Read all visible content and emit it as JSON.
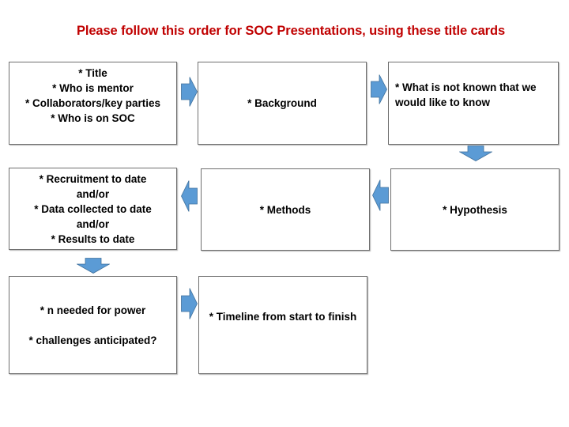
{
  "header": {
    "title": "Please follow this order for SOC Presentations, using these title cards",
    "title_color": "#c00000"
  },
  "colors": {
    "arrow_fill": "#5b9bd5",
    "arrow_stroke": "#41719c",
    "card_border": "#6f6f6f"
  },
  "cards": [
    {
      "step": 1,
      "lines": [
        "* Title",
        "* Who is mentor",
        "* Collaborators/key parties",
        "* Who is on SOC"
      ]
    },
    {
      "step": 2,
      "lines": [
        "* Background"
      ]
    },
    {
      "step": 3,
      "lines": [
        "* What is not known that we",
        "would like to know"
      ]
    },
    {
      "step": 4,
      "lines": [
        "* Hypothesis"
      ]
    },
    {
      "step": 5,
      "lines": [
        "* Methods"
      ]
    },
    {
      "step": 6,
      "lines": [
        "* Recruitment to date",
        "and/or",
        "* Data collected to date",
        "and/or",
        "* Results to date"
      ]
    },
    {
      "step": 7,
      "lines": [
        "* n needed for power",
        "* challenges anticipated?"
      ]
    },
    {
      "step": 8,
      "lines": [
        "* Timeline from start to finish"
      ]
    }
  ],
  "arrows": [
    {
      "from": 1,
      "to": 2,
      "direction": "right-arrow"
    },
    {
      "from": 2,
      "to": 3,
      "direction": "right-arrow"
    },
    {
      "from": 3,
      "to": 4,
      "direction": "down-arrow"
    },
    {
      "from": 4,
      "to": 5,
      "direction": "left-arrow"
    },
    {
      "from": 5,
      "to": 6,
      "direction": "left-arrow"
    },
    {
      "from": 6,
      "to": 7,
      "direction": "down-arrow"
    },
    {
      "from": 7,
      "to": 8,
      "direction": "right-arrow"
    }
  ]
}
